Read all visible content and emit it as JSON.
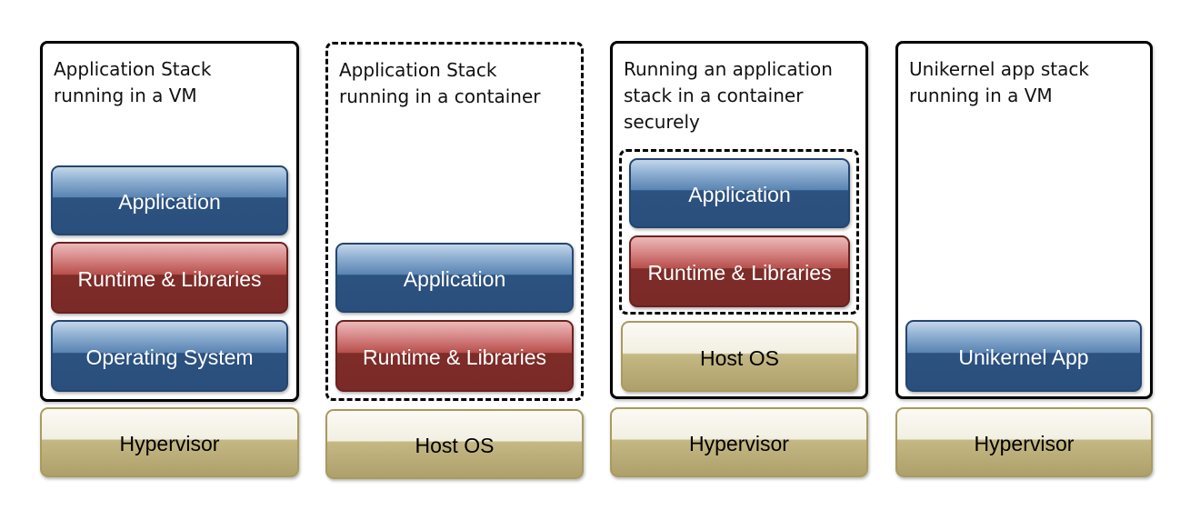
{
  "panels": [
    {
      "title_lines": [
        "Application Stack",
        "running in a VM"
      ],
      "frame_style": "solid",
      "stack": [
        "Application",
        "Runtime & Libraries",
        "Operating System"
      ],
      "base": "Hypervisor"
    },
    {
      "title_lines": [
        "Application Stack",
        "running in a container"
      ],
      "frame_style": "dashed",
      "stack": [
        "Application",
        "Runtime & Libraries"
      ],
      "base": "Host OS"
    },
    {
      "title_lines": [
        "Running an application",
        "stack in a container",
        "securely"
      ],
      "frame_style": "solid",
      "container_stack": [
        "Application",
        "Runtime & Libraries"
      ],
      "inner_base": "Host OS",
      "base": "Hypervisor"
    },
    {
      "title_lines": [
        "Unikernel app stack",
        "running in a VM"
      ],
      "frame_style": "solid",
      "stack": [
        "Unikernel App"
      ],
      "base": "Hypervisor"
    }
  ],
  "colors": {
    "application_blue": "#2c5281",
    "runtime_red": "#7e2c28",
    "base_tan": "#aea06a",
    "frame": "#000000"
  }
}
